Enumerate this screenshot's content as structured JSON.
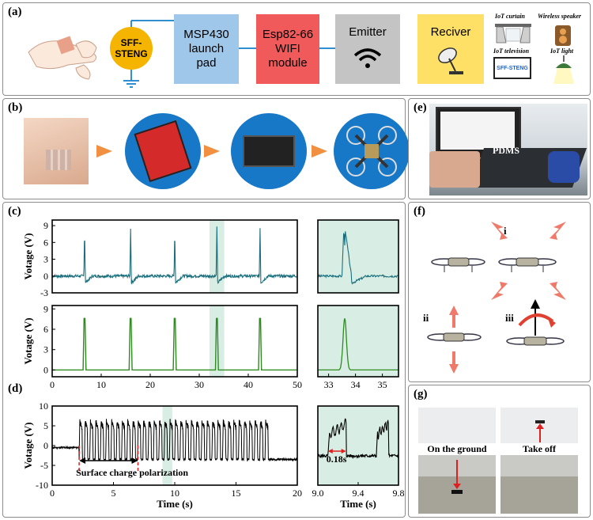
{
  "panels": {
    "a": "(a)",
    "b": "(b)",
    "c": "(c)",
    "d": "(d)",
    "e": "(e)",
    "f": "(f)",
    "g": "(g)"
  },
  "flow": {
    "sff_steng": "SFF-\nSTENG",
    "msp430": "MSP430\nlaunch\npad",
    "wifi": "Esp82-66\nWIFI\nmodule",
    "emitter": "Emitter",
    "receiver": "Reciver",
    "colors": {
      "sff": "#f5b400",
      "msp": "#9fc7ea",
      "wifi": "#f05a5a",
      "emitter": "#c4c4c4",
      "receiver": "#ffe066",
      "wire": "#2f8fd0"
    }
  },
  "iot": {
    "curtain": "IoT curtain",
    "speaker": "Wireless speaker",
    "television": "IoT television",
    "tv_screen": "SFF-STENG",
    "light": "IoT light"
  },
  "panel_e": {
    "pdms_label": "PDMS"
  },
  "panel_f": {
    "i": "i",
    "ii": "ii",
    "iii": "iii"
  },
  "panel_g": {
    "ground": "On the ground",
    "takeoff": "Take off"
  },
  "chart_data": [
    {
      "id": "c-top",
      "type": "line",
      "ylabel": "Votage (V)",
      "xlim": [
        0,
        50
      ],
      "ylim": [
        -3,
        10
      ],
      "yticks": [
        -3,
        0,
        3,
        6,
        9
      ],
      "peaks_x": [
        6.6,
        16.0,
        25.0,
        33.6,
        42.4
      ],
      "peak_value": 8.6,
      "trough_value": -1.2,
      "baseline": 0,
      "color": "#1a6e7c"
    },
    {
      "id": "c-top-zoom",
      "type": "line",
      "xlim": [
        32.6,
        35.6
      ],
      "ylim": [
        -3,
        10
      ],
      "peak_x": 33.6,
      "peak_value": 8.6,
      "color": "#1a6e7c"
    },
    {
      "id": "c-bottom",
      "type": "line",
      "ylabel": "Votage (V)",
      "xlabel_ticks": [
        0,
        10,
        20,
        30,
        40,
        50
      ],
      "xlim": [
        0,
        50
      ],
      "ylim": [
        -1,
        9.5
      ],
      "yticks": [
        0,
        3,
        6,
        9
      ],
      "peaks_x": [
        6.6,
        16.0,
        25.0,
        33.6,
        42.4
      ],
      "peak_value": 7.6,
      "baseline": 0,
      "color": "#2e8b1e"
    },
    {
      "id": "c-bottom-zoom",
      "type": "line",
      "xticks": [
        33,
        34,
        35
      ],
      "xlim": [
        32.6,
        35.6
      ],
      "ylim": [
        -1,
        9.5
      ],
      "peak_x": 33.6,
      "peak_value": 7.6,
      "color": "#2e8b1e"
    },
    {
      "id": "d-main",
      "type": "line",
      "xlabel": "Time (s)",
      "ylabel": "Votage (V)",
      "xlim": [
        0,
        20
      ],
      "ylim": [
        -10,
        10
      ],
      "xticks": [
        0,
        5,
        10,
        15,
        20
      ],
      "yticks": [
        -10,
        -5,
        0,
        5,
        10
      ],
      "pulse_start": 2.2,
      "pulse_end": 17.8,
      "pulse_count": 36,
      "high": 6,
      "low": -3.5,
      "pre_level": -0.5,
      "post_level": -3.5,
      "annotation": "Surface charge polarization",
      "annotation_range": [
        2.2,
        7.0
      ],
      "color": "#000000"
    },
    {
      "id": "d-zoom",
      "type": "line",
      "xlabel": "Time (s)",
      "xlim": [
        9.0,
        9.8
      ],
      "ylim": [
        -10,
        10
      ],
      "xticks": [
        "9.0",
        "9.4",
        "9.8"
      ],
      "annotation": "0.18s",
      "color": "#000000"
    }
  ]
}
